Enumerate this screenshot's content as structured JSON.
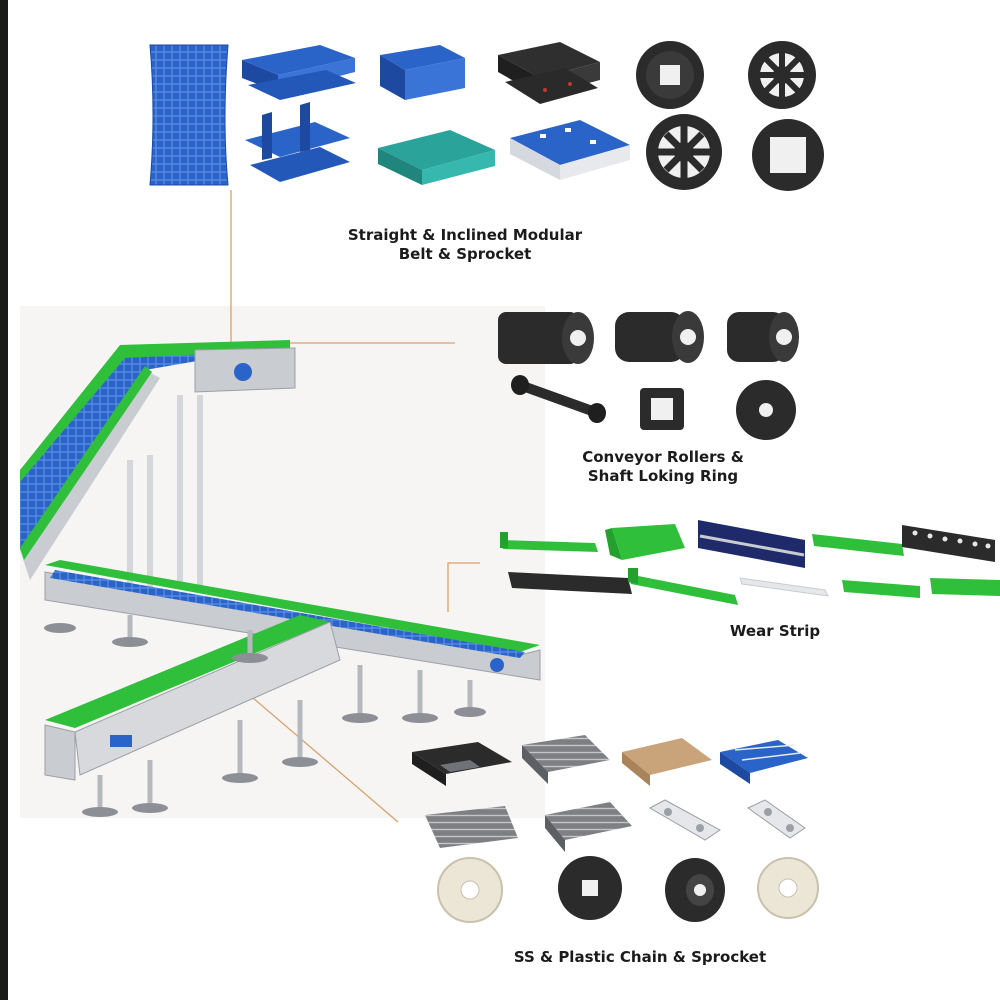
{
  "sections": {
    "modular": {
      "line1": "Straight & Inclined Modular",
      "line2": "Belt & Sprocket"
    },
    "rollers": {
      "line1": "Conveyor Rollers &",
      "line2": "Shaft Loking Ring"
    },
    "wear": {
      "line1": "Wear Strip"
    },
    "chain": {
      "line1": "SS & Plastic Chain & Sprocket"
    }
  },
  "colors": {
    "belt_blue": "#2a64c8",
    "rail_green": "#2fbf3a",
    "teal": "#2aa39a",
    "plastic_black": "#2b2b2b",
    "frame_grey": "#c9ccd0",
    "leader_orange": "#d9a06a"
  },
  "icons": [
    "modular-belt-icon",
    "sprocket-icon",
    "roller-icon",
    "locking-ring-icon",
    "wear-strip-icon",
    "chain-icon",
    "conveyor-illustration"
  ]
}
